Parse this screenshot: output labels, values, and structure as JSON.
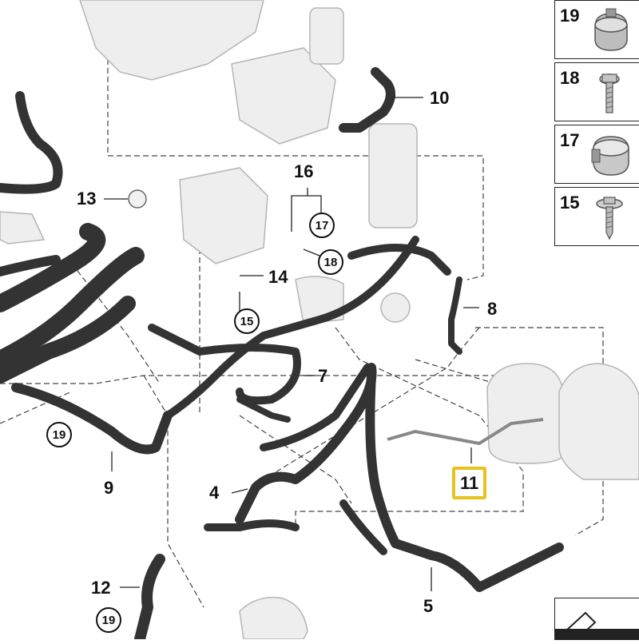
{
  "callouts": {
    "c5": "5",
    "c7": "7",
    "c8": "8",
    "c9": "9",
    "c10": "10",
    "c11": "11",
    "c12": "12",
    "c13": "13",
    "c14": "14",
    "c15": "15",
    "c16": "16",
    "c17": "17",
    "c18": "18",
    "c19a": "19",
    "c19b": "19",
    "c4": "4"
  },
  "legend": [
    {
      "number": "19",
      "icon": "hose-clamp-icon"
    },
    {
      "number": "18",
      "icon": "bolt-icon"
    },
    {
      "number": "17",
      "icon": "hose-clip-icon"
    },
    {
      "number": "15",
      "icon": "flange-screw-icon"
    }
  ],
  "highlight_color": "#e8c21c",
  "hose_color": "#333333",
  "part_color": "#e6e6e6"
}
